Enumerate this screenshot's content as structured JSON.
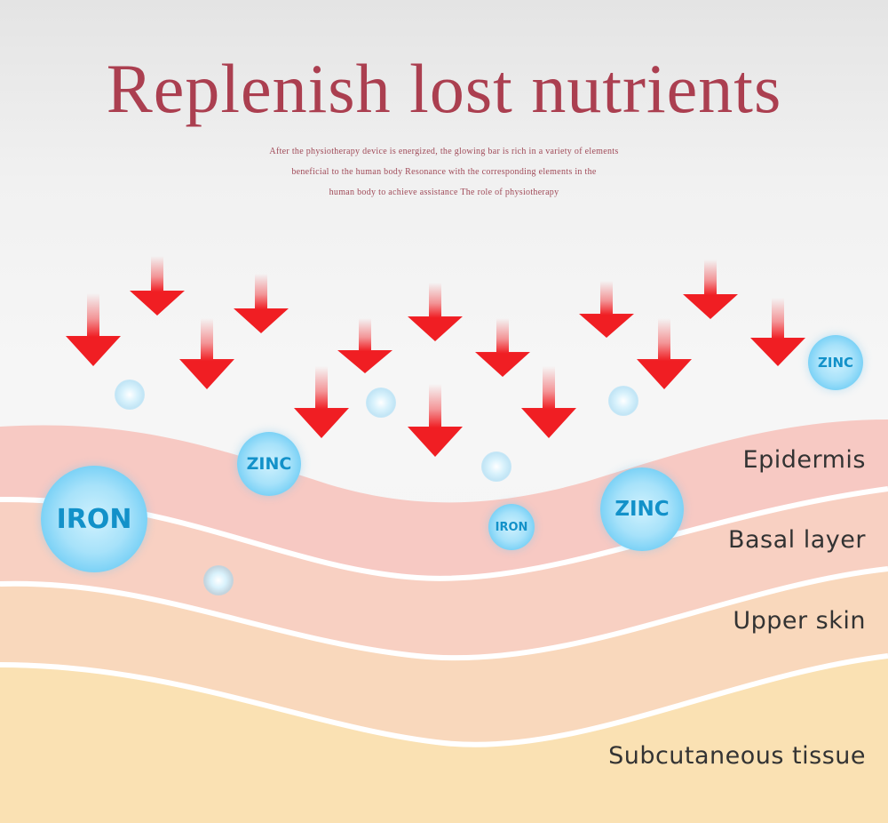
{
  "title": "Replenish lost nutrients",
  "description": [
    "After the physiotherapy device is energized, the glowing bar is rich in a variety of elements",
    "beneficial to the human body Resonance with the corresponding elements in the",
    "human body to achieve assistance The role of physiotherapy"
  ],
  "layers": {
    "epidermis": "Epidermis",
    "basal": "Basal layer",
    "upper_skin": "Upper skin",
    "subcutaneous": "Subcutaneous tissue"
  },
  "nutrients": [
    "IRON",
    "ZINC",
    "IRON",
    "ZINC",
    "ZINC"
  ],
  "colors": {
    "title": "#ab3f50",
    "arrow": "#f01e23",
    "epidermis": "#f7c9c3",
    "basal": "#f8d0c2",
    "upper_skin": "#f9d8bc",
    "subcutaneous": "#fae1b3",
    "bubble_text": "#1291c9"
  }
}
